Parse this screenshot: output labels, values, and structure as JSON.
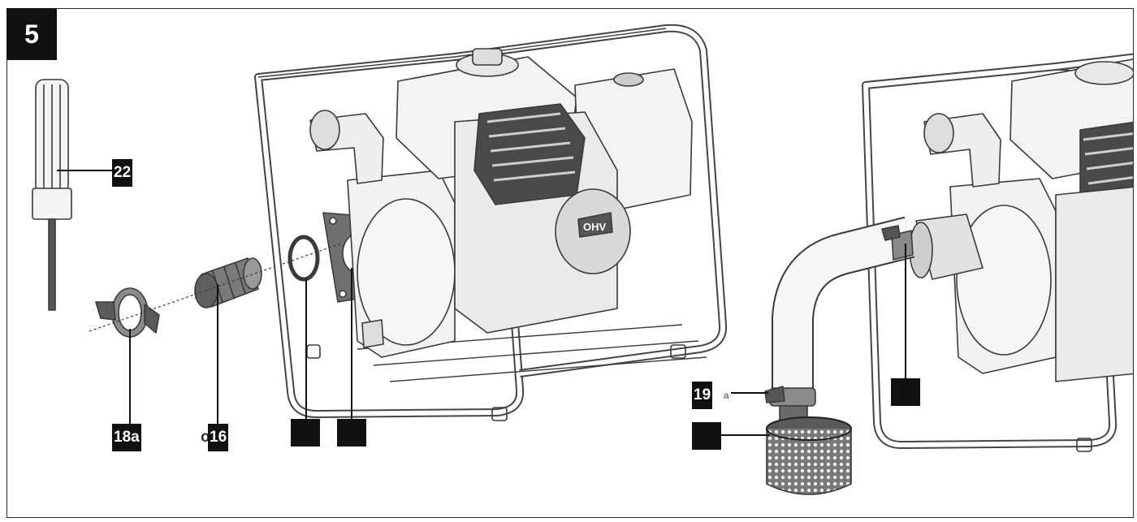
{
  "figure": {
    "number": "5"
  },
  "callouts": {
    "c22": "22",
    "c18a": "18a",
    "c16_prefix": "o",
    "c16": "16",
    "c19": "19",
    "c19_suffix": "a"
  },
  "colors": {
    "ink": "#111111",
    "line": "#3a3a3a",
    "part_fill": "#6f6f6f",
    "light_fill": "#d9d9d9"
  }
}
